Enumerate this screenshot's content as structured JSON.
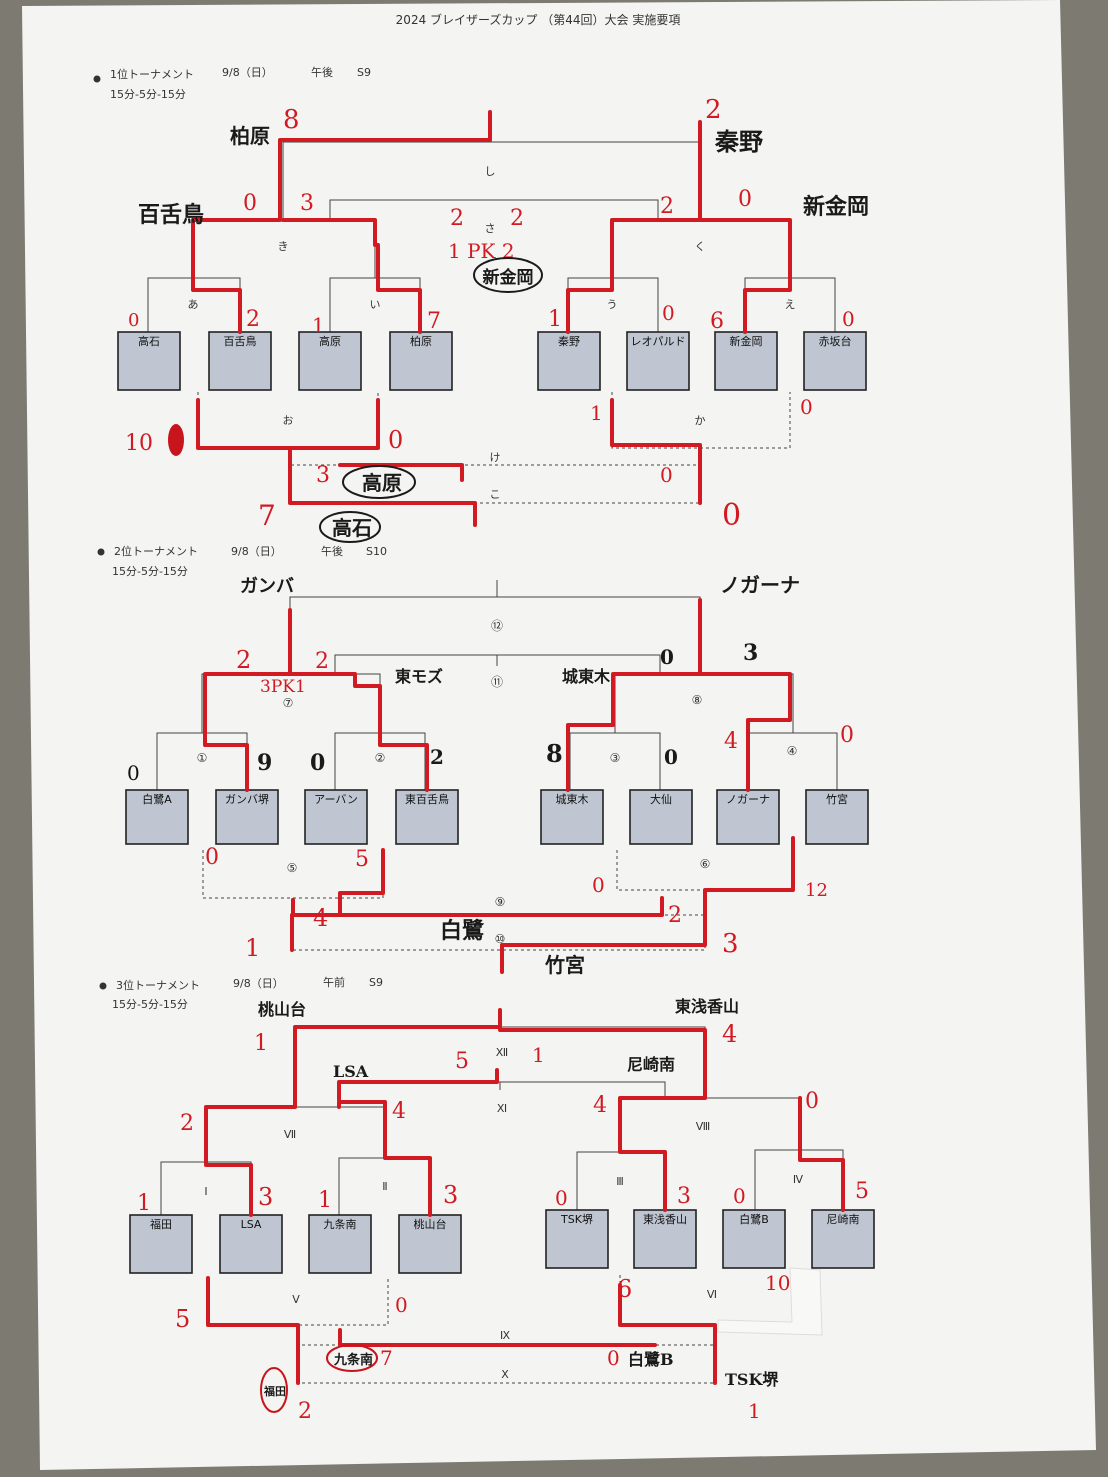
{
  "doc": {
    "title": "2024 ブレイザーズカップ （第44回）大会 実施要項",
    "date": "9/8（日）",
    "format": "15分-5分-15分"
  },
  "t1": {
    "header": "1位トーナメント",
    "session": "午後",
    "slot": "S9",
    "teams": [
      "高石",
      "百舌鳥",
      "高原",
      "柏原",
      "秦野",
      "レオパルド",
      "新金岡",
      "赤坂台"
    ],
    "match_labels": {
      "a": "あ",
      "i": "い",
      "u": "う",
      "e": "え",
      "o": "お",
      "ka": "か",
      "ki": "き",
      "ku": "く",
      "ke": "け",
      "ko": "こ",
      "sa": "さ",
      "shi": "し"
    },
    "scores": {
      "a_l": "0",
      "a_r": "2",
      "i_l": "1",
      "i_r": "7",
      "u_l": "1",
      "u_r": "0",
      "e_l": "6",
      "e_r": "0",
      "ki_l": "0",
      "ki_r": "3",
      "ku_l": "2",
      "ku_r": "0",
      "shi_l": "8",
      "shi_r": "2",
      "sa_l": "2",
      "sa_r": "2",
      "pk": "1 PK 2",
      "o_l": "10",
      "o_r": "0",
      "ka_l": "1",
      "ka_r": "0",
      "ke_l": "3",
      "ke_r": "0",
      "ko_l": "7",
      "ko_r": "0"
    },
    "notes": {
      "shi_l_team": "柏原",
      "shi_r_team": "秦野",
      "ki_l_team": "百舌鳥",
      "ku_r_team": "新金岡",
      "sa_winner": "新金岡",
      "ke_winner": "高原",
      "ko_winner": "高石"
    }
  },
  "t2": {
    "header": "2位トーナメント",
    "session": "午後",
    "slot": "S10",
    "teams": [
      "白鷺A",
      "ガンバ堺",
      "アーバン",
      "東百舌鳥",
      "城東木",
      "大仙",
      "ノガーナ",
      "竹宮"
    ],
    "match_labels": {
      "m1": "①",
      "m2": "②",
      "m3": "③",
      "m4": "④",
      "m5": "⑤",
      "m6": "⑥",
      "m7": "⑦",
      "m8": "⑧",
      "m9": "⑨",
      "m10": "⑩",
      "m11": "⑪",
      "m12": "⑫"
    },
    "scores": {
      "m1_l": "0",
      "m1_r": "9",
      "m2_l": "0",
      "m2_r": "2",
      "m3_l": "8",
      "m3_r": "0",
      "m4_l": "4",
      "m4_r": "0",
      "m7_l": "2",
      "m7_r": "2",
      "m7_pk": "3PK1",
      "m8_l": "0",
      "m8_r": "3",
      "m5_l": "0",
      "m5_r": "5",
      "m6_l": "0",
      "m6_r": "12",
      "m9_l": "4",
      "m9_r": "2",
      "m10_l": "1",
      "m10_r": "3"
    },
    "notes": {
      "m12_l_team": "ガンバ",
      "m12_r_team": "ノガーナ",
      "m11_r_team": "東モズ",
      "m8_l_team": "城東木",
      "m9_winner": "白鷺",
      "m10_winner": "竹宮"
    }
  },
  "t3": {
    "header": "3位トーナメント",
    "session": "午前",
    "slot": "S9",
    "teams": [
      "福田",
      "LSA",
      "九条南",
      "桃山台",
      "TSK堺",
      "東浅香山",
      "白鷺B",
      "尼崎南"
    ],
    "match_labels": {
      "I": "Ⅰ",
      "II": "Ⅱ",
      "III": "Ⅲ",
      "IV": "Ⅳ",
      "V": "Ⅴ",
      "VI": "Ⅵ",
      "VII": "Ⅶ",
      "VIII": "Ⅷ",
      "IX": "Ⅸ",
      "X": "Ⅹ",
      "XI": "Ⅺ",
      "XII": "Ⅻ"
    },
    "scores": {
      "I_l": "1",
      "I_r": "3",
      "II_l": "1",
      "II_r": "3",
      "III_l": "0",
      "III_r": "3",
      "IV_l": "0",
      "IV_r": "5",
      "VII_l": "2",
      "VII_r": "4",
      "VIII_l": "4",
      "VIII_r": "0",
      "XII_l": "1",
      "XII_r": "4",
      "XI_l": "5",
      "XI_r": "1",
      "V_l": "5",
      "V_r": "0",
      "VI_l": "6",
      "VI_r": "10",
      "IX_l": "7",
      "IX_r": "0",
      "X_l": "2",
      "X_r": "1"
    },
    "notes": {
      "XII_l_team": "桃山台",
      "XII_r_team": "東浅香山",
      "XI_l_team": "LSA",
      "XI_r_team": "尼崎南",
      "IX_l_team": "九条南",
      "IX_r_team": "白鷺B",
      "X_l_team": "福田",
      "X_r_team": "TSK堺"
    }
  }
}
